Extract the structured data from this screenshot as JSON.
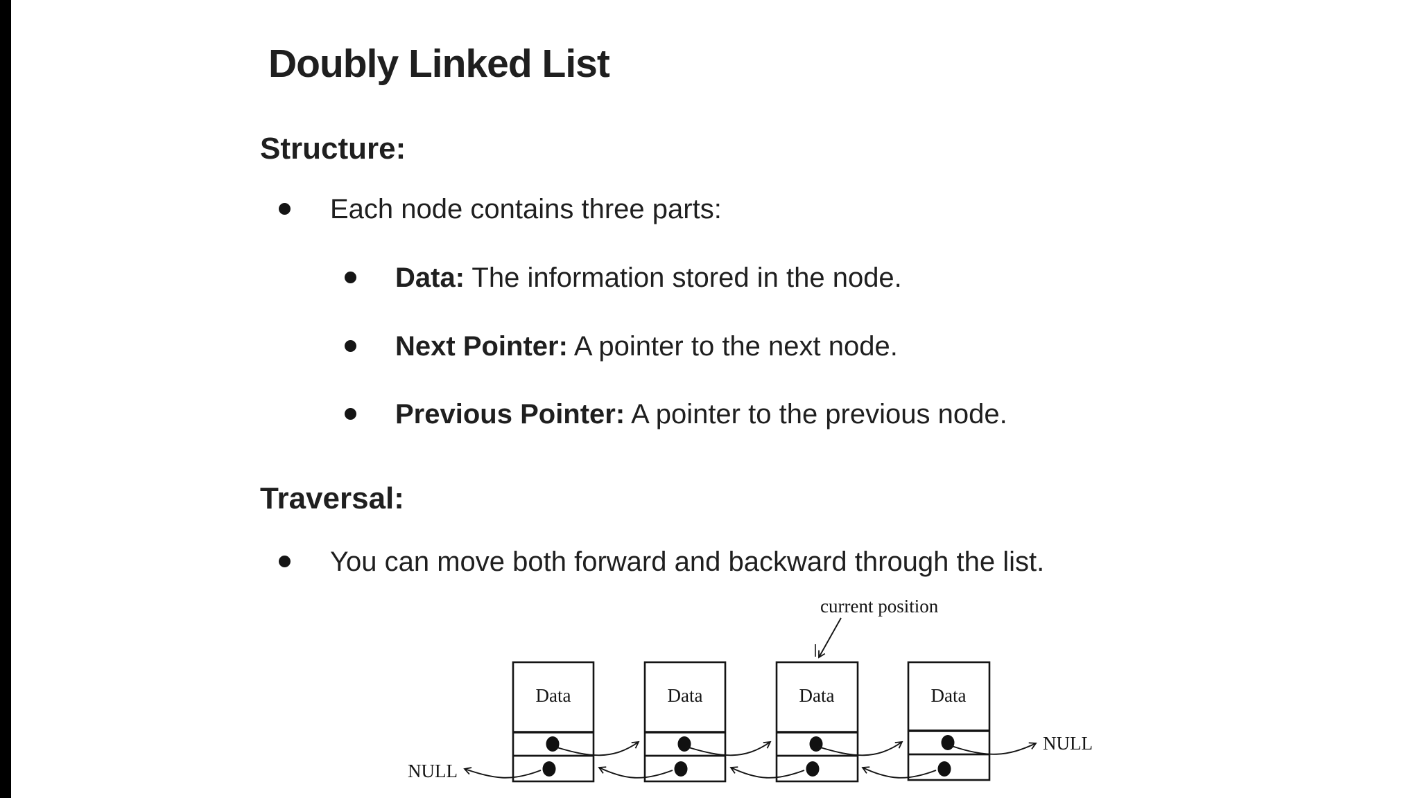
{
  "page": {
    "background": "#ffffff",
    "text_color": "#1f1f1f",
    "left_edge_bar_color": "#000000"
  },
  "doc": {
    "title": "Doubly Linked List",
    "structure": {
      "heading": "Structure:",
      "intro": "Each node contains three parts:",
      "items": [
        {
          "term": "Data:",
          "desc": " The information stored in the node."
        },
        {
          "term": "Next Pointer:",
          "desc": " A pointer to the next node."
        },
        {
          "term": "Previous Pointer:",
          "desc": " A pointer to the previous node."
        }
      ]
    },
    "traversal": {
      "heading": "Traversal:",
      "point": "You can move both forward and backward through the list."
    }
  },
  "diagram": {
    "node_label": "Data",
    "null_left": "NULL",
    "null_right": "NULL",
    "current_position_label": "current position",
    "node_count": 4
  }
}
